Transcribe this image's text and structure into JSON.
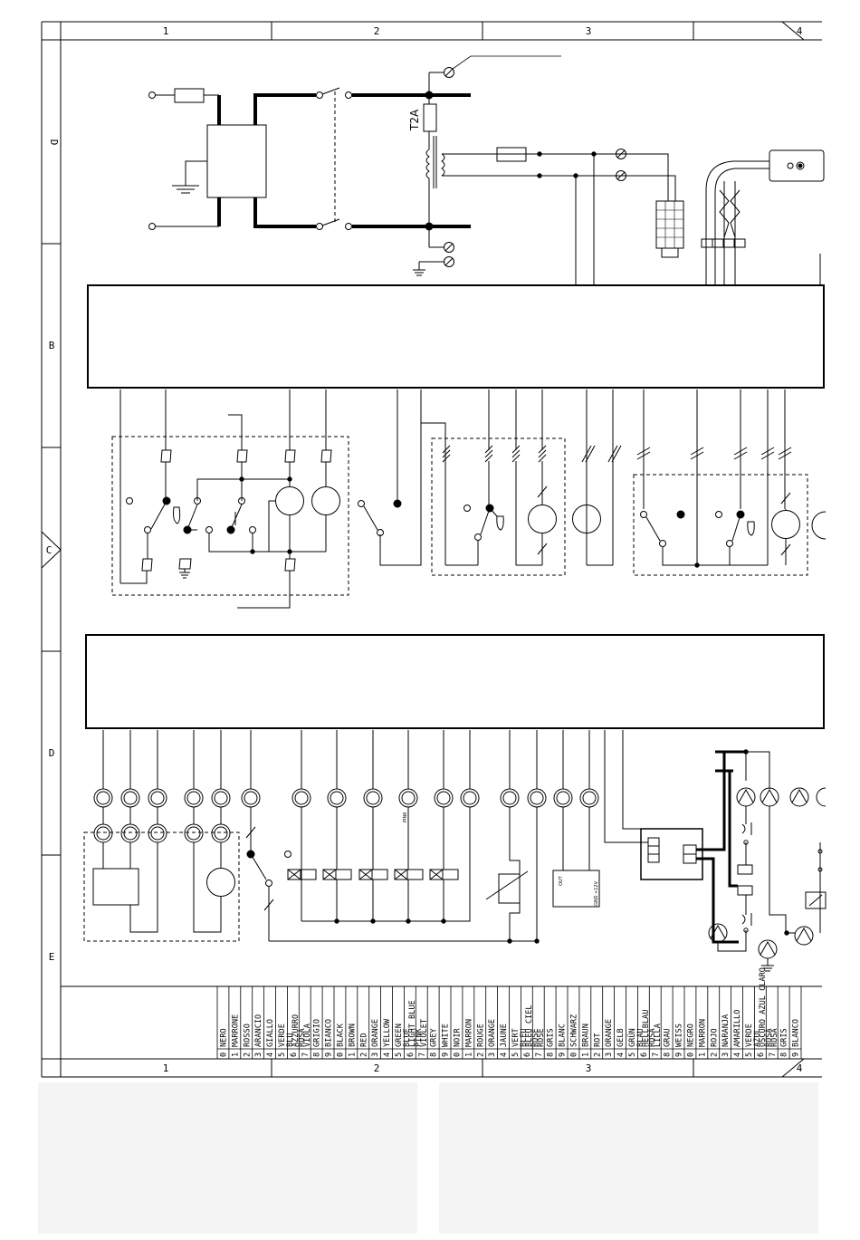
{
  "sheet": {
    "columns": [
      "1",
      "2",
      "3",
      "4"
    ],
    "rows": [
      "D",
      "B",
      "C",
      "D",
      "E"
    ],
    "fuse_label": "T2A",
    "pump_label": "PINK",
    "module_out_label": "OUT",
    "module_gnd_label": "GND +12V"
  },
  "color_codes": [
    {
      "digit": "0",
      "name": "NERO"
    },
    {
      "digit": "1",
      "name": "MARRONE"
    },
    {
      "digit": "2",
      "name": "ROSSO"
    },
    {
      "digit": "3",
      "name": "ARANCIO"
    },
    {
      "digit": "4",
      "name": "GIALLO"
    },
    {
      "digit": "5",
      "name": "VERDE"
    },
    {
      "digit": "6",
      "name": "BLU AZZURRO"
    },
    {
      "digit": "7",
      "name": "ROSA VIOLA"
    },
    {
      "digit": "8",
      "name": "GRIGIO"
    },
    {
      "digit": "9",
      "name": "BIANCO"
    },
    {
      "digit": "0",
      "name": "BLACK"
    },
    {
      "digit": "1",
      "name": "BROWN"
    },
    {
      "digit": "2",
      "name": "RED"
    },
    {
      "digit": "3",
      "name": "ORANGE"
    },
    {
      "digit": "4",
      "name": "YELLOW"
    },
    {
      "digit": "5",
      "name": "GREEN"
    },
    {
      "digit": "6",
      "name": "BLUE LIGHT BLUE"
    },
    {
      "digit": "7",
      "name": "PINK VIOLET"
    },
    {
      "digit": "8",
      "name": "GREY"
    },
    {
      "digit": "9",
      "name": "WHITE"
    },
    {
      "digit": "0",
      "name": "NOIR"
    },
    {
      "digit": "1",
      "name": "MARRON"
    },
    {
      "digit": "2",
      "name": "ROUGE"
    },
    {
      "digit": "3",
      "name": "ORANGE"
    },
    {
      "digit": "4",
      "name": "JAUNE"
    },
    {
      "digit": "5",
      "name": "VERT"
    },
    {
      "digit": "6",
      "name": "BLEU BLEU CIEL"
    },
    {
      "digit": "7",
      "name": "ROSE ROSE"
    },
    {
      "digit": "8",
      "name": "GRIS"
    },
    {
      "digit": "9",
      "name": "BLANC"
    },
    {
      "digit": "0",
      "name": "SCHWARZ"
    },
    {
      "digit": "1",
      "name": "BRAUN"
    },
    {
      "digit": "2",
      "name": "ROT"
    },
    {
      "digit": "3",
      "name": "ORANGE"
    },
    {
      "digit": "4",
      "name": "GELB"
    },
    {
      "digit": "5",
      "name": "GRÜN"
    },
    {
      "digit": "6",
      "name": "BLAU HELLBLAU"
    },
    {
      "digit": "7",
      "name": "ROSA LILLA"
    },
    {
      "digit": "8",
      "name": "GRAU"
    },
    {
      "digit": "9",
      "name": "WEISS"
    },
    {
      "digit": "0",
      "name": "NEGRO"
    },
    {
      "digit": "1",
      "name": "MARRON"
    },
    {
      "digit": "2",
      "name": "ROJO"
    },
    {
      "digit": "3",
      "name": "NARANJA"
    },
    {
      "digit": "4",
      "name": "AMARILLO"
    },
    {
      "digit": "5",
      "name": "VERDE"
    },
    {
      "digit": "6",
      "name": "AZUL OSCURO AZUL CLARO"
    },
    {
      "digit": "7",
      "name": "ROSA ROSA"
    },
    {
      "digit": "8",
      "name": "GRIS"
    },
    {
      "digit": "9",
      "name": "BLANCO"
    }
  ]
}
